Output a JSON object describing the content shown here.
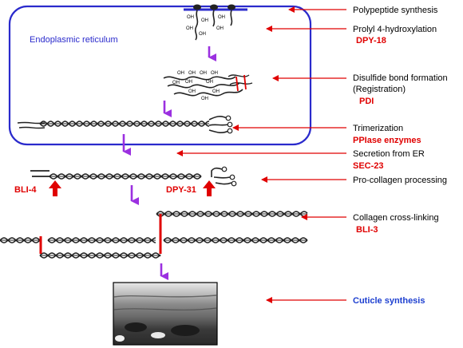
{
  "er_label": "Endoplasmic reticulum",
  "oh_label": "OH",
  "steps": [
    {
      "text": "Polypeptide synthesis"
    },
    {
      "text": "Prolyl 4-hydroxylation",
      "enzyme": "DPY-18"
    },
    {
      "text": "Disulfide bond formation",
      "text2": "(Registration)",
      "enzyme": "PDI"
    },
    {
      "text": "Trimerization",
      "enzyme": "PPIase enzymes"
    },
    {
      "text": "Secretion from ER",
      "enzyme": "SEC-23"
    },
    {
      "text": "Pro-collagen processing"
    },
    {
      "text": "Collagen cross-linking",
      "enzyme": "BLI-3"
    },
    {
      "enzyme": "Cuticle synthesis"
    }
  ],
  "proteases": {
    "left": "BLI-4",
    "right": "DPY-31"
  },
  "colors": {
    "er_border": "#2a2acc",
    "er_label": "#2a2acc",
    "pointer_arrow": "#e00000",
    "flow_arrow": "#9b30e0",
    "enzyme_text": "#e00000",
    "cuticle_text": "#1e40d0",
    "crosslink": "#e00000",
    "strand": "#222222"
  }
}
